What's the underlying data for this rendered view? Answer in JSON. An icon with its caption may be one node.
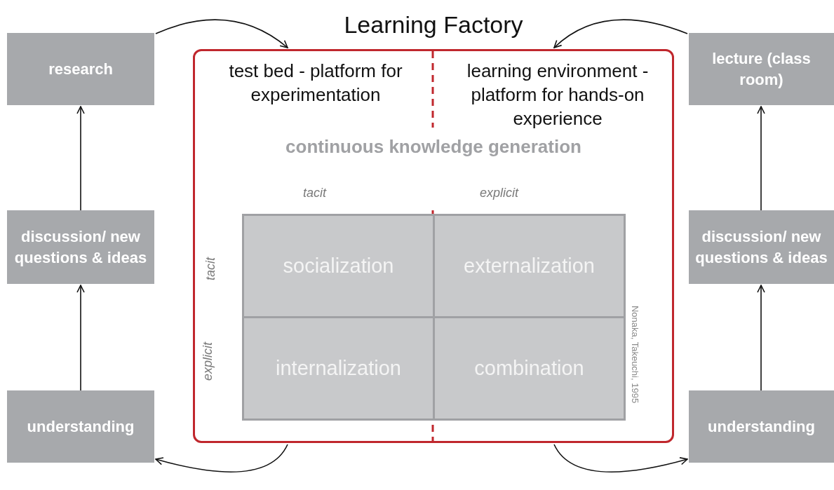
{
  "diagram": {
    "nodes": [
      {
        "text": [
          "research"
        ]
      },
      {
        "text": [
          "discussion/ new questions & ideas"
        ]
      },
      {
        "text": [
          "understanding"
        ]
      },
      {
        "text": [
          "Learning Factory",
          "test bed - platform for experimentation",
          "learning environment - platform for hands-on experience",
          "continuous knowledge generation"
        ]
      },
      {
        "text": [
          "socialization"
        ],
        "in": 3
      },
      {
        "text": [
          "externalization"
        ],
        "in": 3
      },
      {
        "text": [
          "internalization"
        ],
        "in": 3
      },
      {
        "text": [
          "combination"
        ],
        "in": 3
      },
      {
        "text": [
          "lecture (class room)"
        ]
      },
      {
        "text": [
          "discussion/ new questions & ideas"
        ]
      },
      {
        "text": [
          "understanding"
        ]
      }
    ],
    "edges": [
      {
        "from": 2,
        "to": 1,
        "arrow": "to"
      },
      {
        "from": 1,
        "to": 0,
        "arrow": "to"
      },
      {
        "from": 0,
        "to": 3,
        "arrow": "to"
      },
      {
        "from": 3,
        "to": 2,
        "arrow": "to"
      },
      {
        "from": 10,
        "to": 9,
        "arrow": "to"
      },
      {
        "from": 9,
        "to": 8,
        "arrow": "to"
      },
      {
        "from": 8,
        "to": 3,
        "arrow": "to"
      },
      {
        "from": 3,
        "to": 10,
        "arrow": "to"
      }
    ],
    "labels": [
      "tacit",
      "explicit",
      "tacit",
      "explicit",
      "Nonaka, Takeuchi, 1995"
    ]
  }
}
